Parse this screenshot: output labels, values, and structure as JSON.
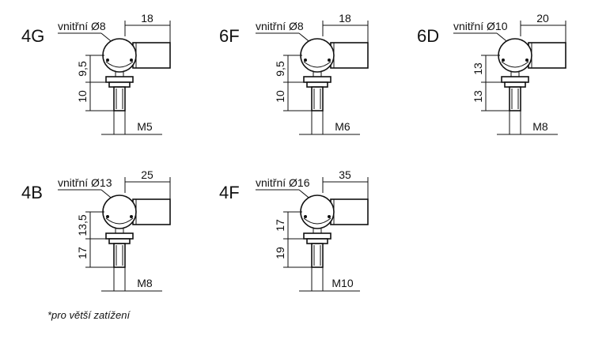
{
  "footnote": "*pro větší zatížení",
  "items": [
    {
      "code": "4G",
      "inner_label": "vnitřní Ø8",
      "width": "18",
      "dim_upper": "9,5",
      "dim_lower": "10",
      "thread": "M5"
    },
    {
      "code": "6F",
      "inner_label": "vnitřní Ø8",
      "width": "18",
      "dim_upper": "9,5",
      "dim_lower": "10",
      "thread": "M6"
    },
    {
      "code": "6D",
      "inner_label": "vnitřní Ø10",
      "width": "20",
      "dim_upper": "13",
      "dim_lower": "13",
      "thread": "M8"
    },
    {
      "code": "4B",
      "inner_label": "vnitřní Ø13",
      "width": "25",
      "dim_upper": "13,5",
      "dim_lower": "17",
      "thread": "M8"
    },
    {
      "code": "4F",
      "inner_label": "vnitřní Ø16",
      "width": "35",
      "dim_upper": "17",
      "dim_lower": "19",
      "thread": "M10"
    }
  ]
}
